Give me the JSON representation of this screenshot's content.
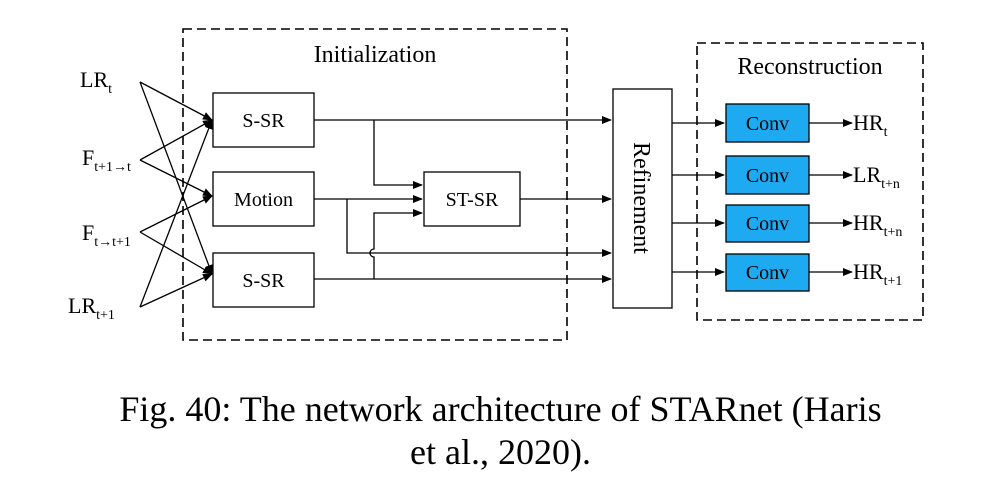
{
  "diagram": {
    "groups": {
      "initialization": "Initialization",
      "reconstruction": "Reconstruction"
    },
    "inputs": {
      "lr_t": {
        "main": "LR",
        "sub": "t"
      },
      "f_fwd": {
        "main": "F",
        "sub": "t+1→t"
      },
      "f_bwd": {
        "main": "F",
        "sub": "t→t+1"
      },
      "lr_t1": {
        "main": "LR",
        "sub": "t+1"
      }
    },
    "blocks": {
      "ssr_top": "S-SR",
      "motion": "Motion",
      "ssr_bottom": "S-SR",
      "stsr": "ST-SR",
      "refinement": "Refinement",
      "conv": [
        "Conv",
        "Conv",
        "Conv",
        "Conv"
      ]
    },
    "outputs": [
      {
        "main": "HR",
        "sub": "t"
      },
      {
        "main": "LR",
        "sub": "t+n"
      },
      {
        "main": "HR",
        "sub": "t+n"
      },
      {
        "main": "HR",
        "sub": "t+1"
      }
    ],
    "colors": {
      "conv_fill": "#1eaaf1",
      "line": "#000000",
      "background": "#ffffff"
    }
  },
  "caption": {
    "line1": "Fig. 40: The network architecture of STARnet (Haris",
    "line2": "et al., 2020)."
  }
}
